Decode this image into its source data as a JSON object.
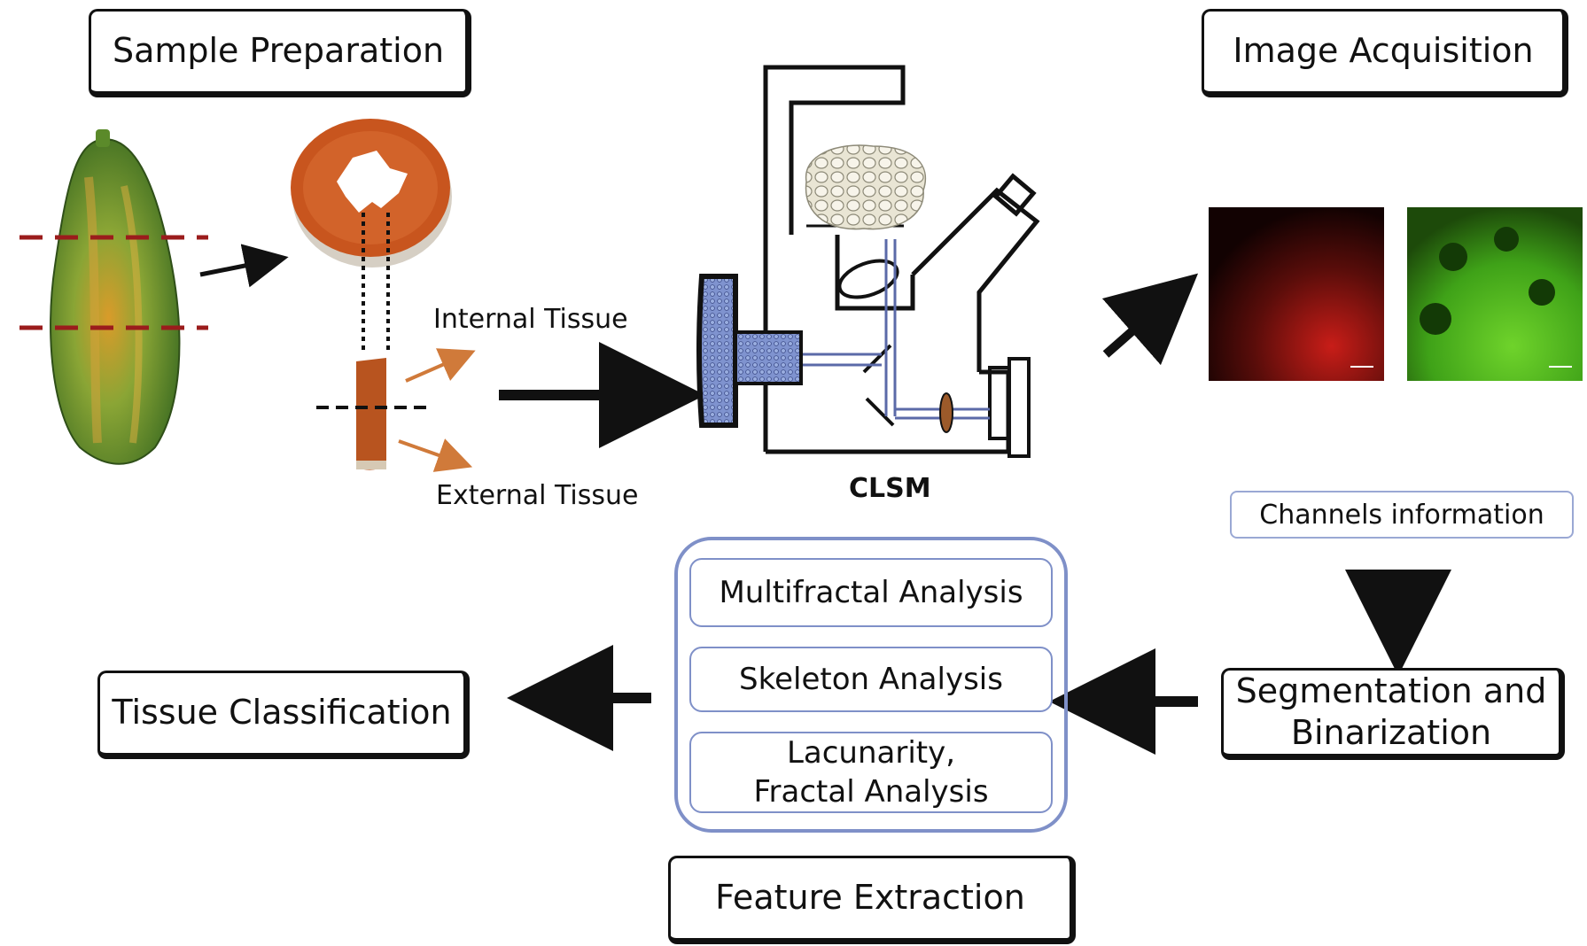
{
  "stages": {
    "sample_preparation": "Sample Preparation",
    "image_acquisition": "Image Acquisition",
    "tissue_classification": "Tissue Classification",
    "feature_extraction": "Feature Extraction",
    "segmentation_line1": "Segmentation and",
    "segmentation_line2": "Binarization"
  },
  "labels": {
    "internal_tissue": "Internal Tissue",
    "external_tissue": "External Tissue",
    "clsm": "CLSM",
    "channels_information": "Channels information"
  },
  "analyses": {
    "multifractal": "Multifractal Analysis",
    "skeleton": "Skeleton Analysis",
    "lacunarity_line1": "Lacunarity,",
    "lacunarity_line2": "Fractal Analysis"
  },
  "colors": {
    "papaya_green": "#5a8a2a",
    "papaya_orange": "#c8551e",
    "cut_line": "#9b1c1c",
    "tissue_arrow": "#d07a3a",
    "red_channel": "#d0201c",
    "green_channel": "#4fc51f",
    "feature_border": "#7f90c8"
  }
}
